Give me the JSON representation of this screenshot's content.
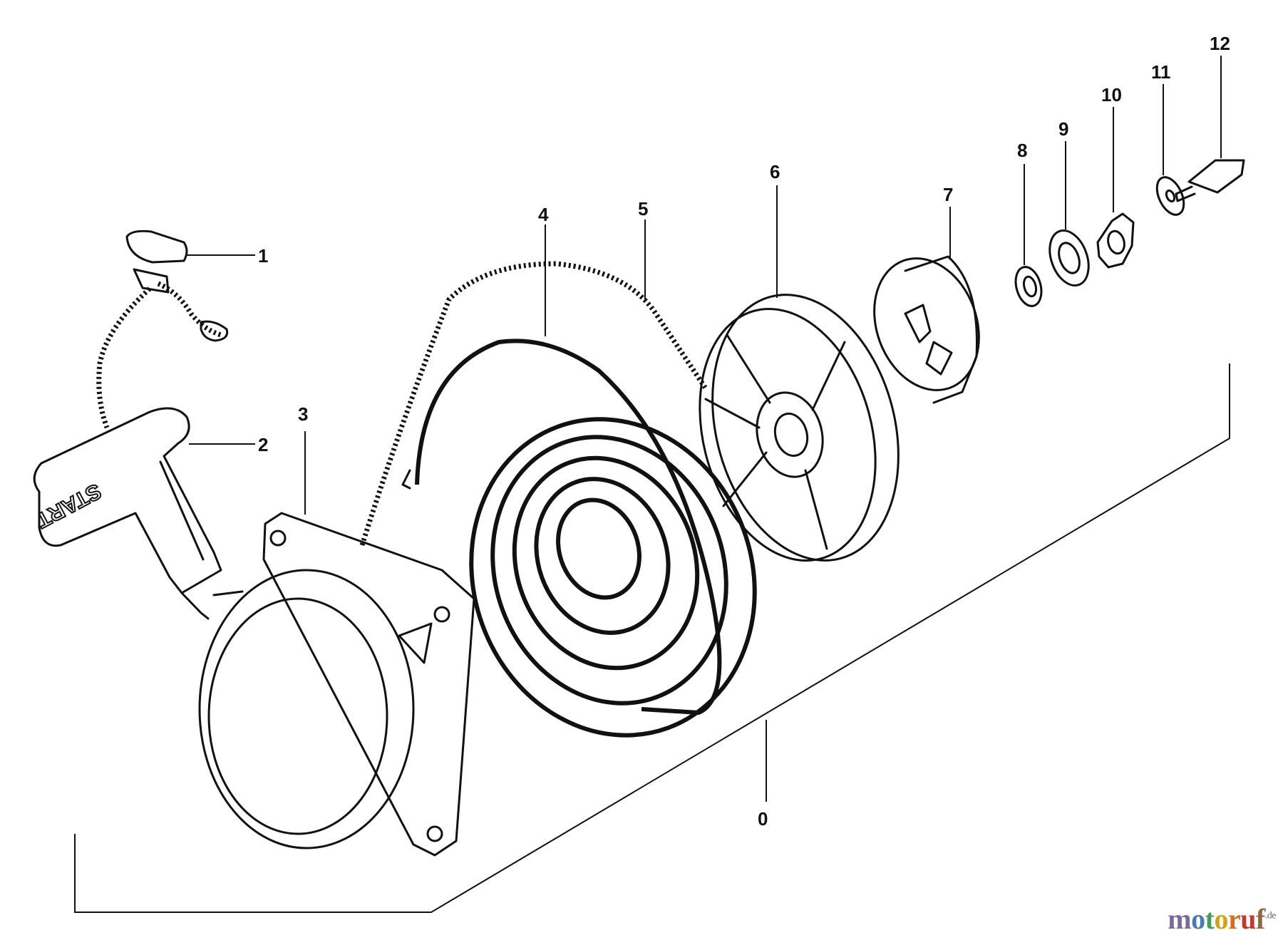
{
  "diagram": {
    "callouts": [
      {
        "id": "0",
        "label": "0"
      },
      {
        "id": "1",
        "label": "1"
      },
      {
        "id": "2",
        "label": "2"
      },
      {
        "id": "3",
        "label": "3"
      },
      {
        "id": "4",
        "label": "4"
      },
      {
        "id": "5",
        "label": "5"
      },
      {
        "id": "6",
        "label": "6"
      },
      {
        "id": "7",
        "label": "7"
      },
      {
        "id": "8",
        "label": "8"
      },
      {
        "id": "9",
        "label": "9"
      },
      {
        "id": "10",
        "label": "10"
      },
      {
        "id": "11",
        "label": "11"
      },
      {
        "id": "12",
        "label": "12"
      }
    ],
    "handle_text": "START"
  },
  "watermark": {
    "parts": [
      {
        "text": "m",
        "color": "#7a6a9c"
      },
      {
        "text": "o",
        "color": "#4a7bb0"
      },
      {
        "text": "t",
        "color": "#4a9a5a"
      },
      {
        "text": "o",
        "color": "#d4a020"
      },
      {
        "text": "r",
        "color": "#d07020"
      },
      {
        "text": "u",
        "color": "#c03a30"
      },
      {
        "text": "f",
        "color": "#8a6a40"
      }
    ],
    "suffix": ".de"
  }
}
